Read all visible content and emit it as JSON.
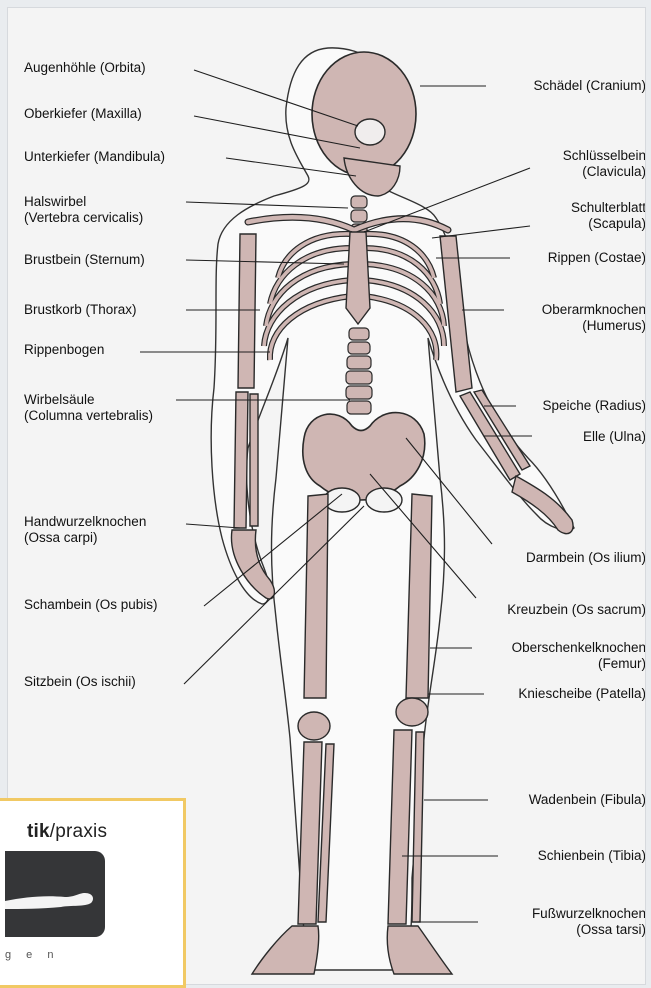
{
  "labels_left": [
    {
      "key": "orbita",
      "lines": [
        "Augenhöhle (Orbita)"
      ]
    },
    {
      "key": "maxilla",
      "lines": [
        "Oberkiefer (Maxilla)"
      ]
    },
    {
      "key": "mandibula",
      "lines": [
        "Unterkiefer (Mandibula)"
      ]
    },
    {
      "key": "halswirbel",
      "lines": [
        "Halswirbel",
        "(Vertebra cervicalis)"
      ]
    },
    {
      "key": "sternum",
      "lines": [
        "Brustbein (Sternum)"
      ]
    },
    {
      "key": "thorax",
      "lines": [
        "Brustkorb (Thorax)"
      ]
    },
    {
      "key": "rippenbogen",
      "lines": [
        "Rippenbogen"
      ]
    },
    {
      "key": "wirbelsaeule",
      "lines": [
        "Wirbelsäule",
        "(Columna vertebralis)"
      ]
    },
    {
      "key": "handwurzel",
      "lines": [
        "Handwurzelknochen",
        "(Ossa carpi)"
      ]
    },
    {
      "key": "schambein",
      "lines": [
        "Schambein (Os pubis)"
      ]
    },
    {
      "key": "sitzbein",
      "lines": [
        "Sitzbein (Os ischii)"
      ]
    }
  ],
  "labels_right": [
    {
      "key": "schaedel",
      "lines": [
        "Schädel (Cranium)"
      ]
    },
    {
      "key": "clavicula",
      "lines": [
        "Schlüsselbein",
        "(Clavicula)"
      ]
    },
    {
      "key": "scapula",
      "lines": [
        "Schulterblatt",
        "(Scapula)"
      ]
    },
    {
      "key": "costae",
      "lines": [
        "Rippen (Costae)"
      ]
    },
    {
      "key": "humerus",
      "lines": [
        "Oberarmknochen",
        "(Humerus)"
      ]
    },
    {
      "key": "radius",
      "lines": [
        "Speiche (Radius)"
      ]
    },
    {
      "key": "ulna",
      "lines": [
        "Elle (Ulna)"
      ]
    },
    {
      "key": "ilium",
      "lines": [
        "Darmbein (Os ilium)"
      ]
    },
    {
      "key": "sacrum",
      "lines": [
        "Kreuzbein (Os sacrum)"
      ]
    },
    {
      "key": "femur",
      "lines": [
        "Oberschenkelknochen",
        "(Femur)"
      ]
    },
    {
      "key": "patella",
      "lines": [
        "Kniescheibe (Patella)"
      ]
    },
    {
      "key": "fibula",
      "lines": [
        "Wadenbein (Fibula)"
      ]
    },
    {
      "key": "tibia",
      "lines": [
        "Schienbein (Tibia)"
      ]
    },
    {
      "key": "tarsi",
      "lines": [
        "Fußwurzelknochen",
        "(Ossa tarsi)"
      ]
    }
  ],
  "badge": {
    "brand_bold": "tik",
    "brand_rest": "/praxis",
    "subtext": "g e n"
  },
  "colors": {
    "bone": "#cfb6b3",
    "bone_dark": "#a98f8b",
    "outline": "#2a2a2a",
    "badge_border": "#f1c964"
  }
}
